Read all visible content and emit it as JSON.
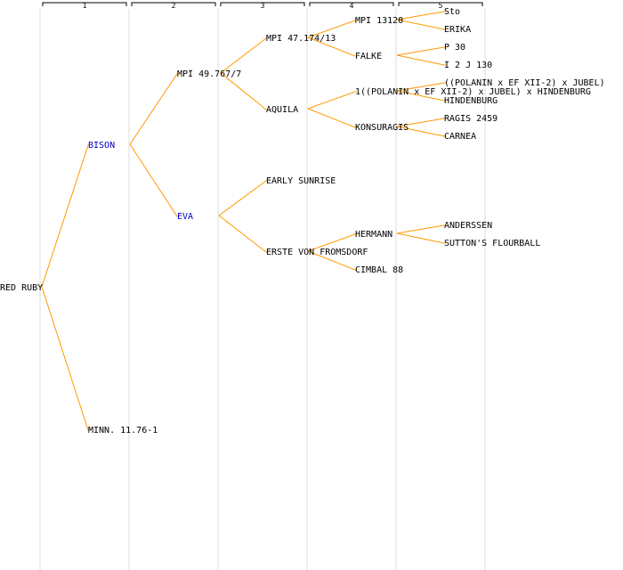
{
  "generations": [
    "1",
    "2",
    "3",
    "4",
    "5"
  ],
  "colors": {
    "connector": "#FF9900",
    "column_rule": "#EEEEEE",
    "header_line": "#000000",
    "text": "#000000",
    "link_text": "#0000CC"
  },
  "nodes": {
    "root": {
      "name": "RED RUBY"
    },
    "g2_sire": {
      "name": "BISON",
      "link": true
    },
    "g2_dam": {
      "name": "MINN. 11.76-1"
    },
    "g3_a": {
      "name": "MPI 49.767/7"
    },
    "g3_b": {
      "name": "EVA",
      "link": true
    },
    "g4_a": {
      "name": "MPI 47.174/13"
    },
    "g4_b": {
      "name": "AQUILA"
    },
    "g4_c": {
      "name": "EARLY SUNRISE"
    },
    "g4_d": {
      "name": "ERSTE VON FROMSDORF"
    },
    "g5_a": {
      "name": "MPI 13120"
    },
    "g5_b": {
      "name": "FALKE"
    },
    "g5_c": {
      "name": "1((POLANIN x EF XII-2) x JUBEL) x HINDENBURG"
    },
    "g5_d": {
      "name": "KONSURAGIS"
    },
    "g5_e": {
      "name": "HERMANN"
    },
    "g5_f": {
      "name": "CIMBAL 88"
    },
    "g6_a": {
      "name": "Sto"
    },
    "g6_b": {
      "name": "ERIKA"
    },
    "g6_c": {
      "name": "P 30"
    },
    "g6_d": {
      "name": "I 2 J 130"
    },
    "g6_e": {
      "name": "((POLANIN x EF XII-2) x JUBEL)"
    },
    "g6_f": {
      "name": "HINDENBURG"
    },
    "g6_g": {
      "name": "RAGIS 2459"
    },
    "g6_h": {
      "name": "CARNEA"
    },
    "g6_i": {
      "name": "ANDERSSEN"
    },
    "g6_j": {
      "name": "SUTTON'S FLOURBALL"
    }
  }
}
